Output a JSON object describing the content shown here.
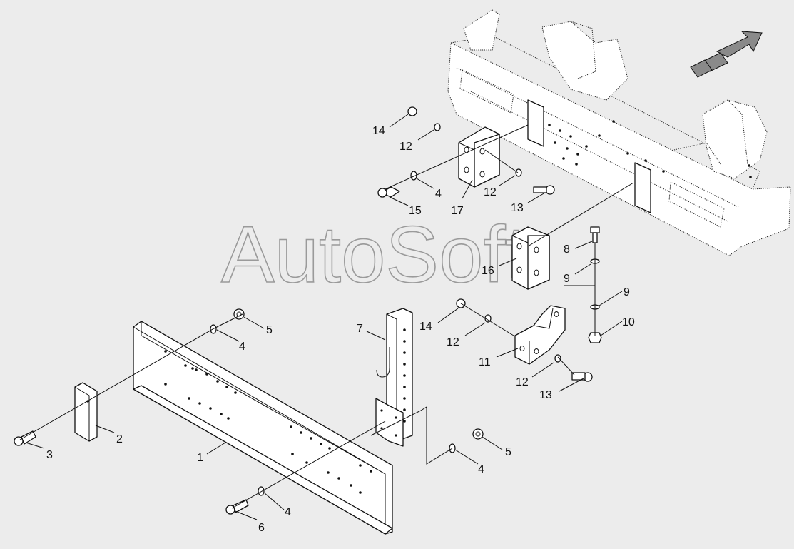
{
  "watermark": "AutoSoft",
  "callouts": [
    {
      "id": "c1",
      "text": "1"
    },
    {
      "id": "c2",
      "text": "2"
    },
    {
      "id": "c3",
      "text": "3"
    },
    {
      "id": "c4a",
      "text": "4"
    },
    {
      "id": "c5a",
      "text": "5"
    },
    {
      "id": "c4b",
      "text": "4"
    },
    {
      "id": "c5b",
      "text": "5"
    },
    {
      "id": "c4c",
      "text": "4"
    },
    {
      "id": "c6",
      "text": "6"
    },
    {
      "id": "c7",
      "text": "7"
    },
    {
      "id": "c8",
      "text": "8"
    },
    {
      "id": "c9a",
      "text": "9"
    },
    {
      "id": "c9b",
      "text": "9"
    },
    {
      "id": "c10",
      "text": "10"
    },
    {
      "id": "c11",
      "text": "11"
    },
    {
      "id": "c12a",
      "text": "12"
    },
    {
      "id": "c12b",
      "text": "12"
    },
    {
      "id": "c13a",
      "text": "13"
    },
    {
      "id": "c14a",
      "text": "14"
    },
    {
      "id": "c12c",
      "text": "12"
    },
    {
      "id": "c4d",
      "text": "4"
    },
    {
      "id": "c12d",
      "text": "12"
    },
    {
      "id": "c13b",
      "text": "13"
    },
    {
      "id": "c14b",
      "text": "14"
    },
    {
      "id": "c15",
      "text": "15"
    },
    {
      "id": "c16",
      "text": "16"
    },
    {
      "id": "c17",
      "text": "17"
    }
  ],
  "colors": {
    "background": "#ececec",
    "line": "#111111",
    "watermark": "#9a9a9a",
    "arrow": "#8a8a8a"
  },
  "icons": {
    "direction": "forward-arrow-icon"
  }
}
